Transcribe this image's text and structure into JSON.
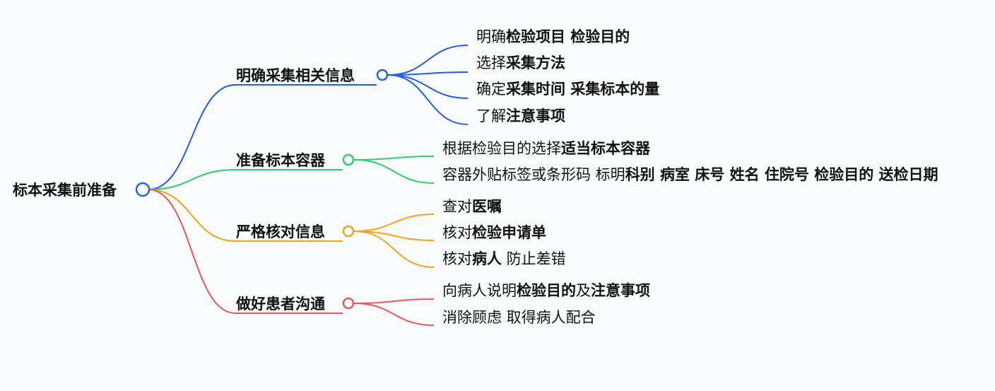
{
  "root": {
    "label": "标本采集前准备"
  },
  "colors": {
    "root": "#2166e8",
    "branches": [
      "#1e5fe3",
      "#2fcc6e",
      "#f4a21c",
      "#ef5454"
    ]
  },
  "branches": [
    {
      "label": "明确采集相关信息",
      "leaves": [
        [
          {
            "t": "明确"
          },
          {
            "t": "检验项目 检验目的",
            "b": true
          }
        ],
        [
          {
            "t": "选择"
          },
          {
            "t": "采集方法",
            "b": true
          }
        ],
        [
          {
            "t": "确定"
          },
          {
            "t": "采集时间 采集标本的量",
            "b": true
          }
        ],
        [
          {
            "t": "了解"
          },
          {
            "t": "注意事项",
            "b": true
          }
        ]
      ]
    },
    {
      "label": "准备标本容器",
      "leaves": [
        [
          {
            "t": "根据检验目的选择"
          },
          {
            "t": "适当标本容器",
            "b": true
          }
        ],
        [
          {
            "t": "容器外贴标签或条形码 标明"
          },
          {
            "t": "科别 病室 床号 姓名 住院号 检验目的 送检日期",
            "b": true
          }
        ]
      ]
    },
    {
      "label": "严格核对信息",
      "leaves": [
        [
          {
            "t": "查对"
          },
          {
            "t": "医嘱",
            "b": true
          }
        ],
        [
          {
            "t": "核对"
          },
          {
            "t": "检验申请单",
            "b": true
          }
        ],
        [
          {
            "t": "核对"
          },
          {
            "t": "病人",
            "b": true
          },
          {
            "t": " 防止差错"
          }
        ]
      ]
    },
    {
      "label": "做好患者沟通",
      "leaves": [
        [
          {
            "t": "向病人说明"
          },
          {
            "t": "检验目的",
            "b": true
          },
          {
            "t": "及"
          },
          {
            "t": "注意事项",
            "b": true
          }
        ],
        [
          {
            "t": "消除顾虑 取得病人配合"
          }
        ]
      ]
    }
  ]
}
